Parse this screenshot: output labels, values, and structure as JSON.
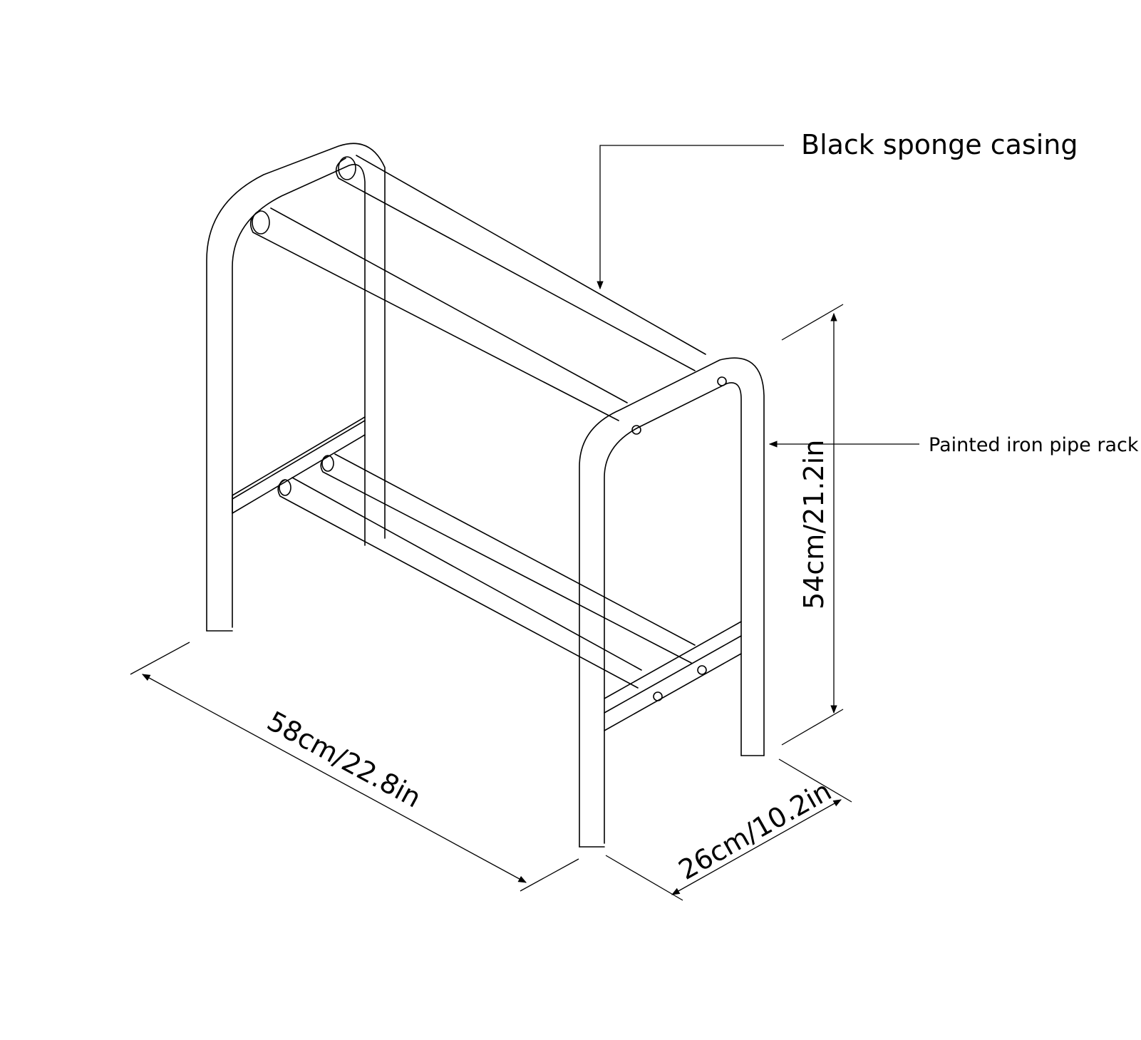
{
  "labels": {
    "sponge": "Black sponge casing",
    "rack": "Painted iron pipe rack"
  },
  "dimensions": {
    "length": "58cm/22.8in",
    "depth": "26cm/10.2in",
    "height": "54cm/21.2in"
  },
  "colors": {
    "line": "#000000",
    "background": "#ffffff"
  }
}
